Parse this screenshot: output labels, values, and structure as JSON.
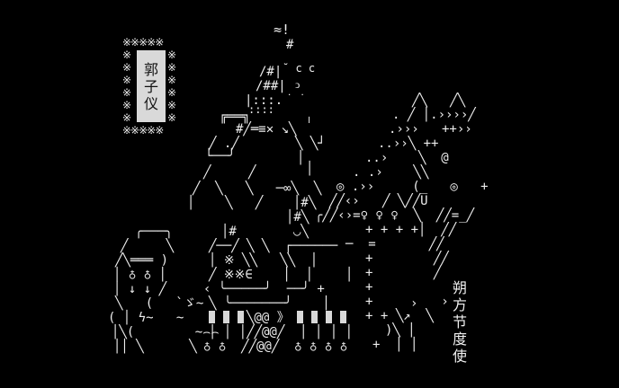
{
  "left_label": {
    "chars": [
      "郭",
      "子",
      "仪"
    ]
  },
  "right_title": {
    "chars": [
      "朔",
      "方",
      "节",
      "度",
      "使"
    ]
  },
  "glyphs": {
    "border": "※",
    "flag": "≈!",
    "hash": "#"
  }
}
